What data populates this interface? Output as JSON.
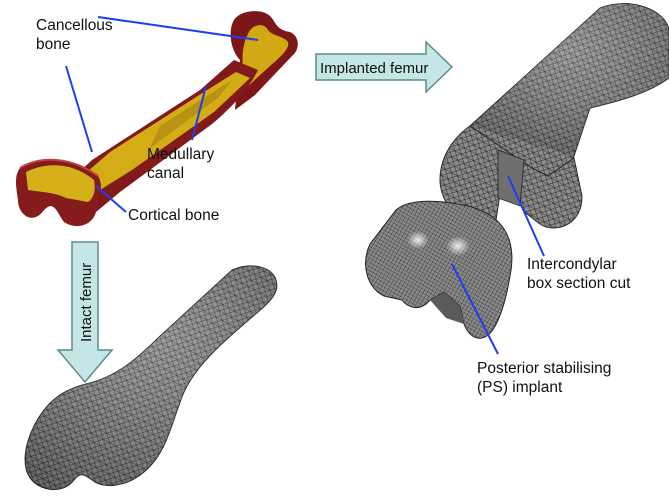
{
  "labels": {
    "cancellous": [
      "Cancellous",
      "bone"
    ],
    "medullary": [
      "Medullary",
      "canal"
    ],
    "cortical": "Cortical bone",
    "intercondylar": [
      "Intercondylar",
      "box section cut"
    ],
    "ps_implant": [
      "Posterior stabilising",
      "(PS) implant"
    ]
  },
  "arrows": {
    "implanted": "Implanted femur",
    "intact": "Intact femur"
  },
  "colors": {
    "cortical": "#8b1c1c",
    "cancellous": "#d4ad16",
    "mesh_fill": "#8c8c8c",
    "arrow_fill": "#c5e6e6",
    "arrow_stroke": "#5e8c8c",
    "leader": "#1e3ff0"
  }
}
